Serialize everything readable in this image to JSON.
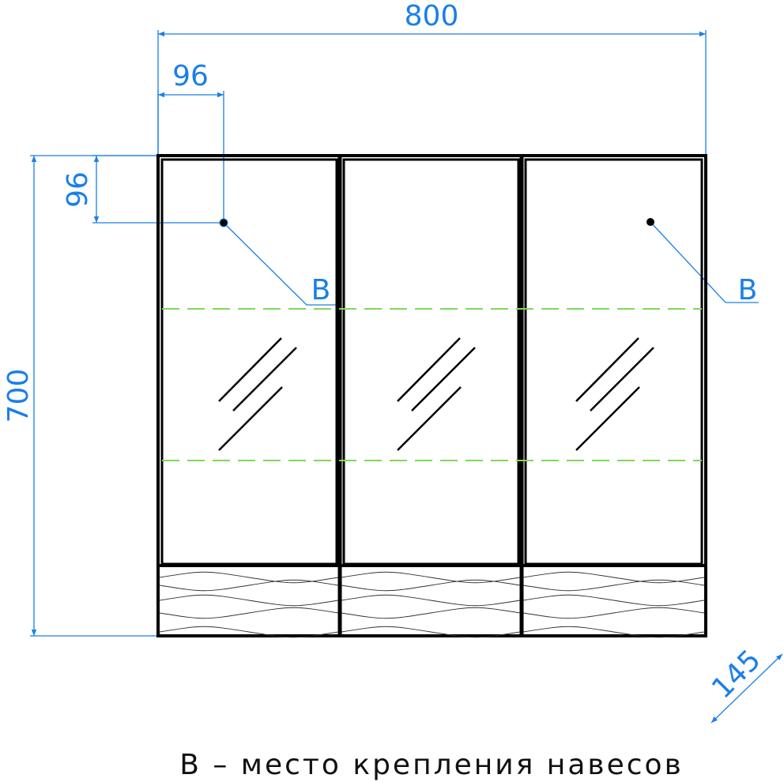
{
  "dimensions": {
    "width": "800",
    "hole_offset_x": "96",
    "hole_offset_y": "96",
    "height": "700",
    "depth": "145"
  },
  "labels": {
    "left_mount": "B",
    "right_mount": "B"
  },
  "caption": "B – место крепления навесов",
  "colors": {
    "dimension": "#1a7fe8",
    "shelf_dashed": "#7ed957",
    "outline": "#000000"
  }
}
